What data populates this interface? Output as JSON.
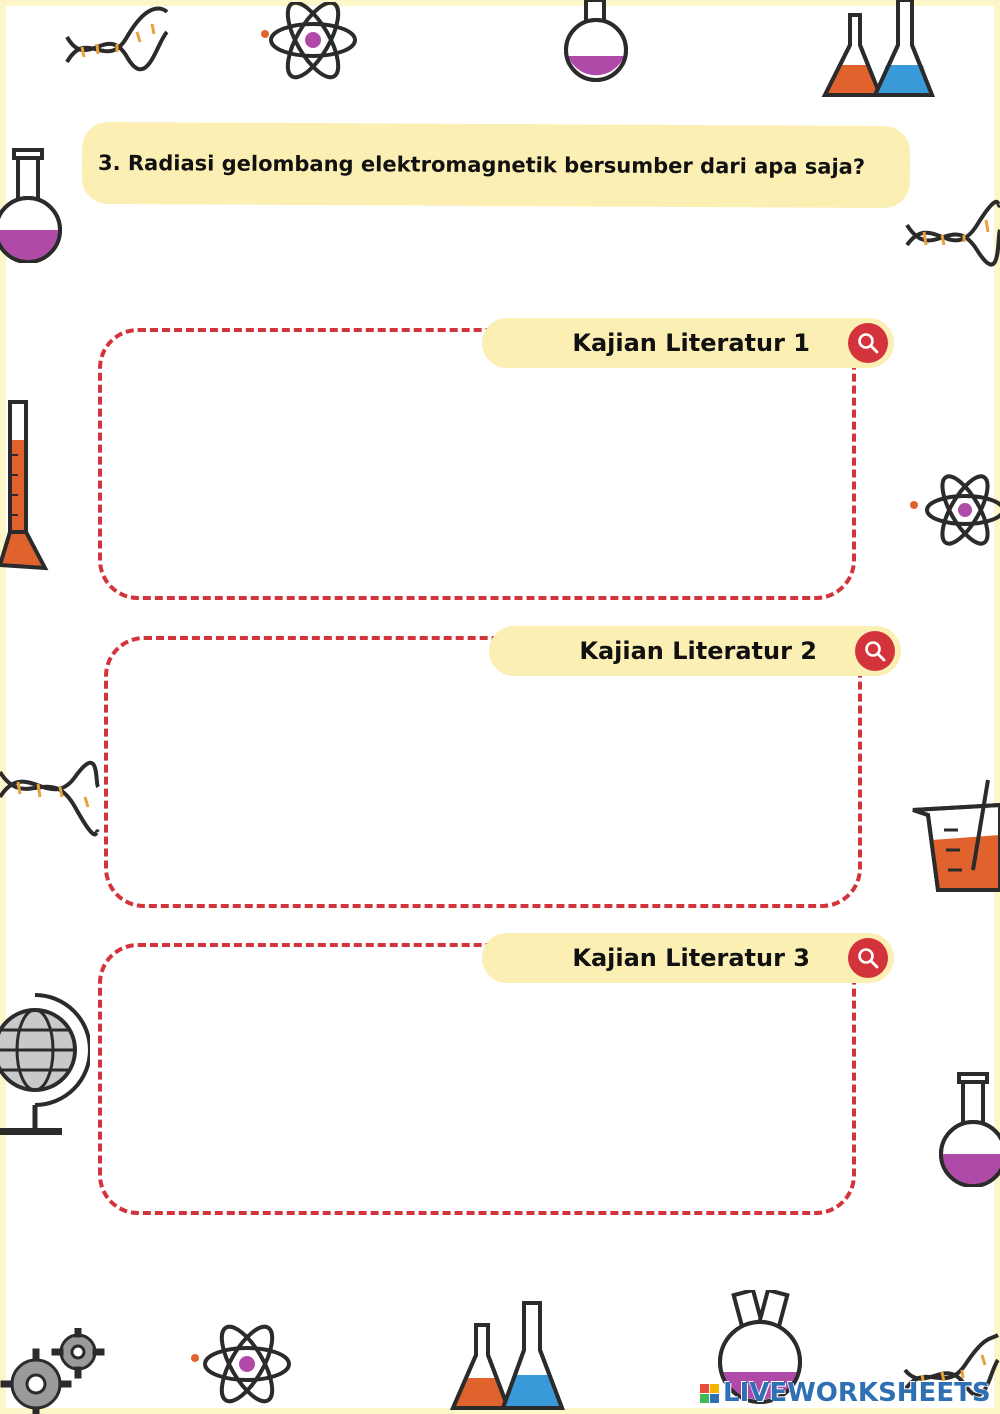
{
  "question": {
    "text": "3. Radiasi gelombang elektromagnetik bersumber dari apa saja?"
  },
  "cards": [
    {
      "label": "Kajian Literatur 1",
      "answer": ""
    },
    {
      "label": "Kajian Literatur 2",
      "answer": ""
    },
    {
      "label": "Kajian Literatur 3",
      "answer": ""
    }
  ],
  "icons": {
    "search": "search-icon",
    "decorations": [
      "dna-icon",
      "atom-icon",
      "flask-icon",
      "conical-flask-icon",
      "test-tube-icon",
      "beaker-icon",
      "globe-icon",
      "gear-icon"
    ]
  },
  "colors": {
    "accent_red": "#d3343b",
    "pill_yellow": "#fcefb4",
    "purple": "#b04aa8",
    "orange": "#e0632e",
    "blue": "#3a9ad9"
  },
  "watermark": {
    "text": "LIVEWORKSHEETS"
  }
}
